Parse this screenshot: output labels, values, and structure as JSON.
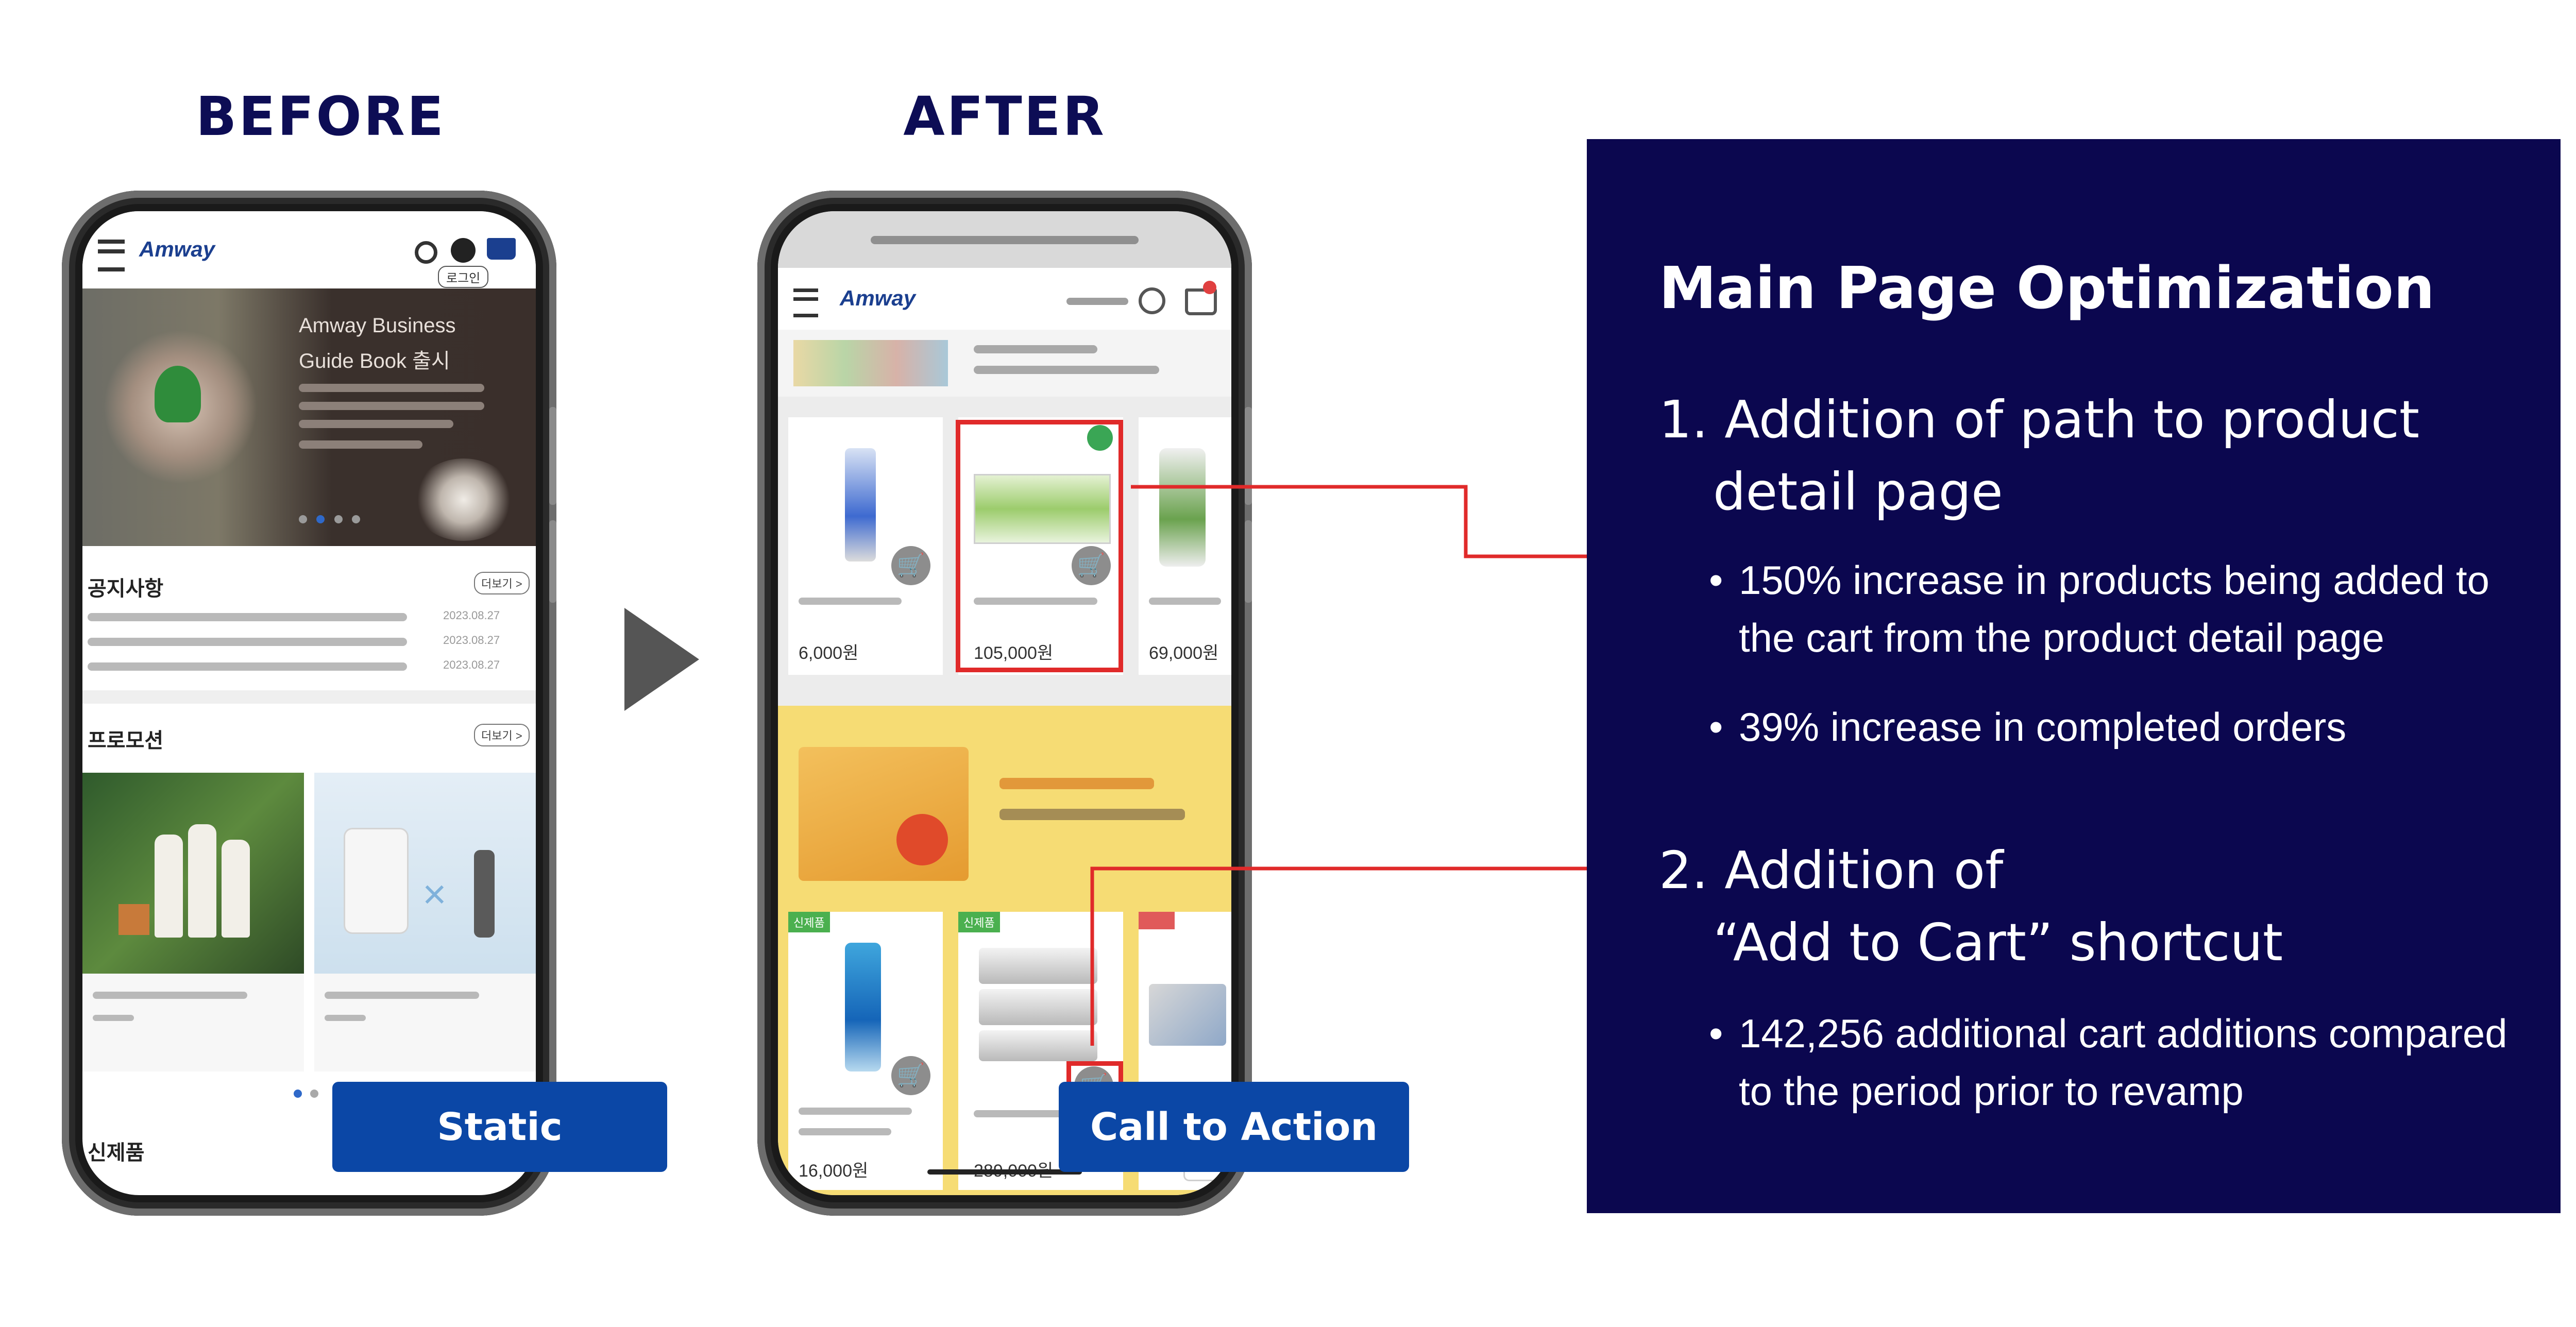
{
  "headings": {
    "before": "BEFORE",
    "after": "AFTER"
  },
  "tags": {
    "static": "Static",
    "cta": "Call to Action"
  },
  "panel": {
    "title": "Main Page Optimization",
    "section1": {
      "line1": "1. Addition of path to product",
      "line2": "detail page"
    },
    "bullets1": [
      {
        "line1": "150% increase in products being added to",
        "line2": "the cart from the product detail page"
      },
      {
        "line1": "39% increase in completed orders"
      }
    ],
    "section2": {
      "line1": "2. Addition of",
      "line2": "“Add to Cart” shortcut"
    },
    "bullets2": [
      {
        "line1": "142,256 additional cart additions compared",
        "line2": "to the period prior to revamp"
      }
    ],
    "bullet_symbol": "•"
  },
  "before_screen": {
    "logo": "Amway",
    "login": "로그인",
    "banner_title_1": "Amway Business",
    "banner_title_2": "Guide Book 출시",
    "notice_title": "공지사항",
    "notice_more": "더보기 >",
    "notice_dates": [
      "2023.08.27",
      "2023.08.27",
      "2023.08.27"
    ],
    "promo_title": "프로모션",
    "promo_more": "더보기 >",
    "new_title": "신제품"
  },
  "after_screen": {
    "logo": "Amway",
    "products": [
      {
        "price": "6,000원"
      },
      {
        "price": "105,000원"
      },
      {
        "price": "69,000원"
      }
    ],
    "new_badge": "신제품",
    "products2": [
      {
        "price": "16,000원"
      },
      {
        "price": "289,000원"
      }
    ]
  },
  "colors": {
    "panel_bg": "#0b074f",
    "tag_bg": "#0b47a6",
    "heading": "#0d0d55",
    "highlight": "#e02a2a"
  }
}
